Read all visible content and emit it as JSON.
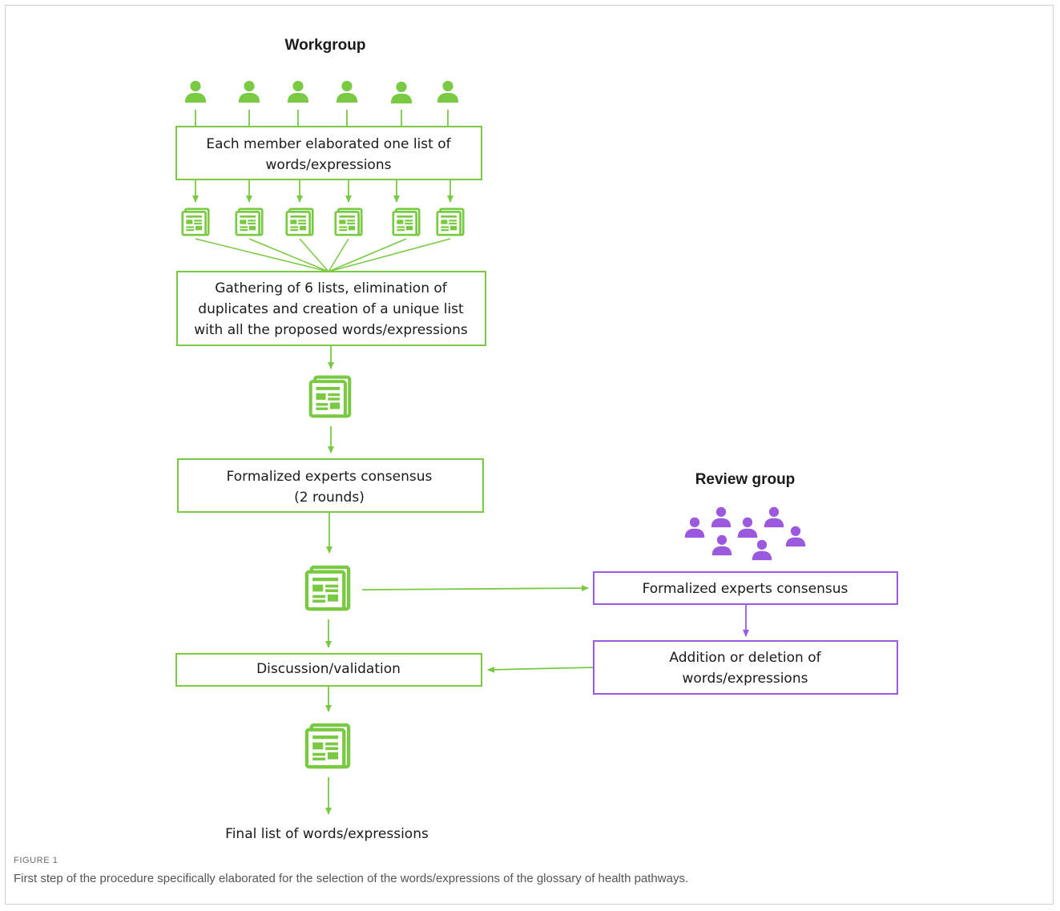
{
  "colors": {
    "workgroup": "#7ac943",
    "review": "#9b59e0",
    "text": "#1a1a1a"
  },
  "icons": {
    "person": "person-icon",
    "document": "document-icon"
  },
  "workgroup": {
    "heading": "Workgroup",
    "box1_line1": "Each member elaborated one list of",
    "box1_line2": "words/expressions",
    "box2_line1": "Gathering of 6 lists, elimination of",
    "box2_line2": "duplicates and creation of  a unique list",
    "box2_line3": "with all the proposed words/expressions",
    "box3_line1": "Formalized experts consensus",
    "box3_line2": "(2 rounds)",
    "box4": "Discussion/validation",
    "final": "Final list of words/expressions"
  },
  "review": {
    "heading": "Review group",
    "box1": "Formalized experts consensus",
    "box2_line1": "Addition or deletion of",
    "box2_line2": "words/expressions"
  },
  "caption": {
    "label": "FIGURE 1",
    "text": "First step of the procedure specifically elaborated for the selection of the words/expressions of the glossary of health pathways."
  }
}
